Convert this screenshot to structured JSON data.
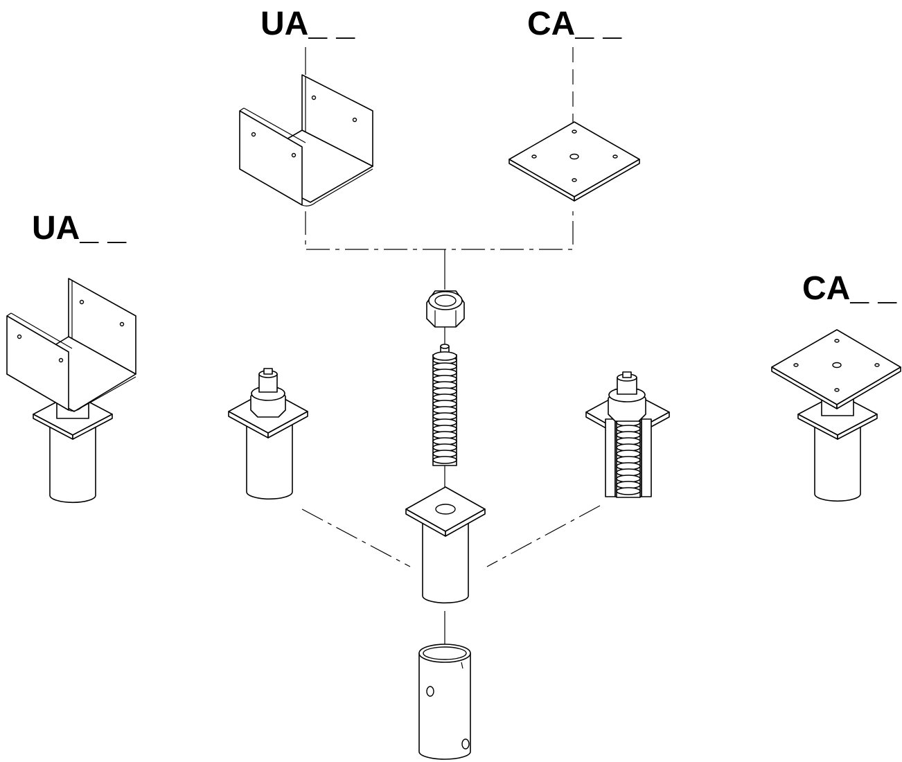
{
  "labels": {
    "top_u": "UA_ _",
    "top_c": "CA_ _",
    "left_u": "UA_ _",
    "right_c": "CA_ _"
  },
  "parts": [
    {
      "name": "u-bracket-top",
      "icon": "u-bracket"
    },
    {
      "name": "cap-plate-top",
      "icon": "square-plate"
    },
    {
      "name": "hex-nut",
      "icon": "hex-nut"
    },
    {
      "name": "threaded-rod",
      "icon": "threaded-rod"
    },
    {
      "name": "center-base-tube",
      "icon": "plate-with-tube"
    },
    {
      "name": "bottom-sleeve",
      "icon": "sleeve"
    },
    {
      "name": "left-assembly-u",
      "icon": "u-bracket-on-tube"
    },
    {
      "name": "left-base-with-nut",
      "icon": "plate-tube-nut"
    },
    {
      "name": "right-base-cutaway",
      "icon": "cutaway-tube"
    },
    {
      "name": "right-assembly-c",
      "icon": "plate-on-tube"
    }
  ]
}
